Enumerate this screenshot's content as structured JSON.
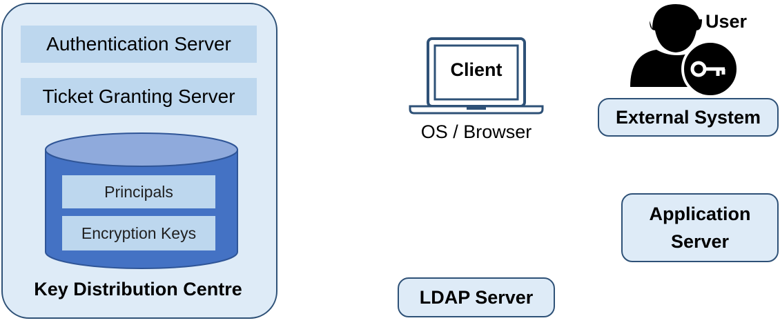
{
  "kdc": {
    "title": "Key Distribution Centre",
    "authentication_server": "Authentication Server",
    "ticket_granting_server": "Ticket Granting Server",
    "database": {
      "principals": "Principals",
      "encryption_keys": "Encryption Keys"
    }
  },
  "client": {
    "label": "Client",
    "caption": "OS / Browser",
    "icon": "laptop-icon"
  },
  "user": {
    "label": "User",
    "icon": "user-key-icon"
  },
  "external_system": {
    "label": "External System"
  },
  "application_server": {
    "line1": "Application",
    "line2": "Server"
  },
  "ldap_server": {
    "label": "LDAP Server"
  },
  "colors": {
    "box_fill": "#deebf7",
    "box_border": "#2e5177",
    "bar_fill": "#bdd7ee",
    "cylinder_body": "#4472c4",
    "cylinder_top": "#8faadc",
    "laptop_stroke": "#2e5177"
  }
}
